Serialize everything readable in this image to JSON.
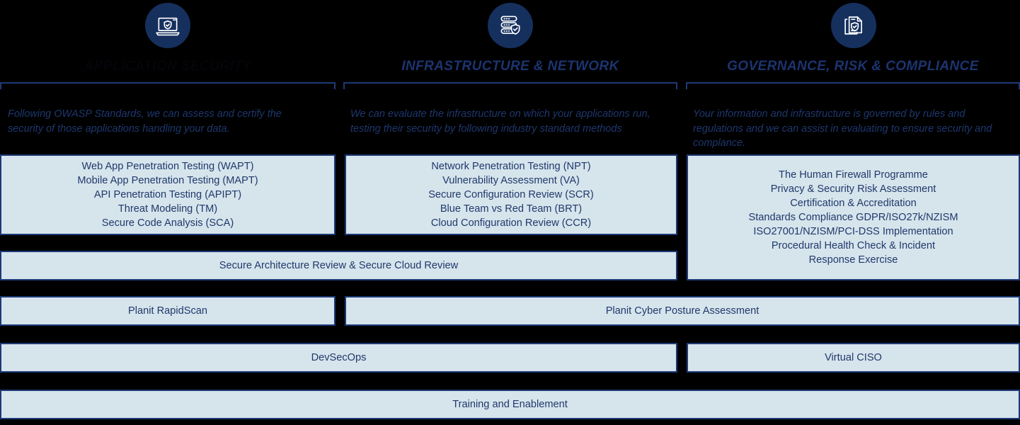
{
  "page": {
    "background_color": "#000000",
    "accent_navy": "#16305e",
    "panel_fill": "#d6e4ec",
    "panel_border": "#1d3a77",
    "title_color": "#1c3470"
  },
  "columns": [
    {
      "id": "application-security",
      "icon_name": "laptop-shield-icon",
      "title": "APPLICATION SECURITY",
      "title_visible": false,
      "description": "Following OWASP Standards, we can assess and certify the security of those applications handling your data.",
      "services": [
        "Web App Penetration Testing (WAPT)",
        "Mobile App Penetration Testing (MAPT)",
        "API Penetration Testing (APIPT)",
        "Threat Modeling (TM)",
        "Secure Code Analysis (SCA)"
      ]
    },
    {
      "id": "infrastructure-network",
      "icon_name": "server-shield-icon",
      "title": "INFRASTRUCTURE & NETWORK",
      "title_visible": true,
      "description": "We can evaluate the infrastructure on which your applications run, testing their security by following industry standard methods",
      "services": [
        "Network Penetration Testing (NPT)",
        "Vulnerability Assessment (VA)",
        "Secure Configuration Review (SCR)",
        "Blue Team vs Red Team (BRT)",
        "Cloud Configuration Review (CCR)"
      ]
    },
    {
      "id": "governance-risk-compliance",
      "icon_name": "documents-shield-icon",
      "title": "GOVERNANCE, RISK & COMPLIANCE",
      "title_visible": true,
      "description": "Your information and infrastructure is governed by rules and regulations and we can assist in evaluating to ensure security and complance.",
      "services": [
        "The Human Firewall Programme",
        "Privacy & Security Risk Assessment",
        "Certification & Accreditation",
        "Standards Compliance GDPR/ISO27k/NZISM",
        "ISO27001/NZISM/PCI-DSS Implementation",
        "Procedural Health Check & Incident",
        "Response Exercise"
      ]
    }
  ],
  "spanning_rows": {
    "secure_architecture": "Secure Architecture Review & Secure Cloud Review",
    "planit_rapidscan": "Planit RapidScan",
    "planit_cyber_posture": "Planit Cyber Posture Assessment",
    "devsecops": "DevSecOps",
    "virtual_ciso": "Virtual CISO",
    "training_enablement": "Training and Enablement"
  }
}
